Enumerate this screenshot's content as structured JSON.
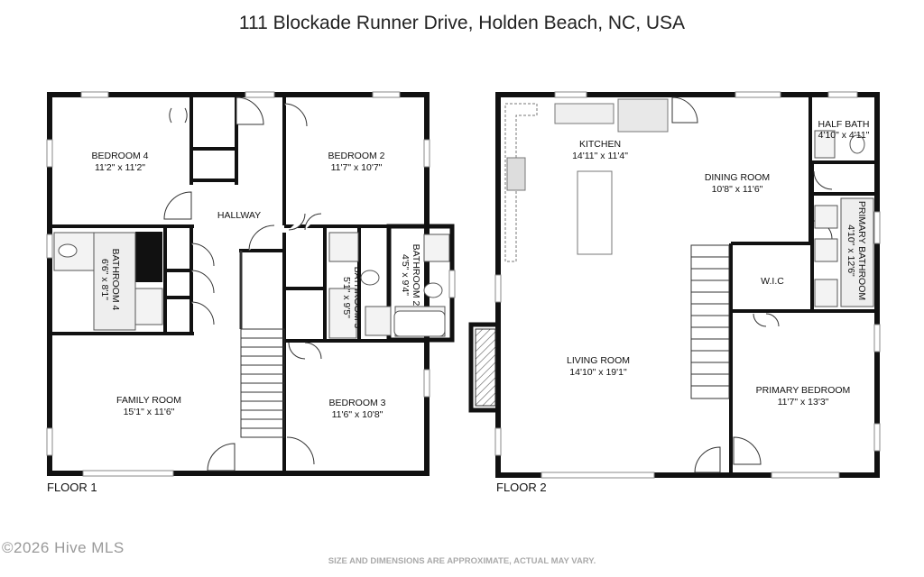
{
  "title": "111 Blockade Runner Drive, Holden Beach, NC, USA",
  "floor1": {
    "label": "FLOOR 1",
    "rooms": {
      "bedroom4": {
        "name": "BEDROOM 4",
        "dims": "11'2\" x 11'2\""
      },
      "bedroom2": {
        "name": "BEDROOM 2",
        "dims": "11'7\" x 10'7\""
      },
      "hallway": {
        "name": "HALLWAY"
      },
      "bathroom4": {
        "name": "BATHROOM 4",
        "dims": "6'6\" x 8'1\""
      },
      "bathroom3": {
        "name": "BATHROOM 3",
        "dims": "5'1\" x 9'5\""
      },
      "bathroom2": {
        "name": "BATHROOM 2",
        "dims": "4'5\" x 9'4\""
      },
      "familyroom": {
        "name": "FAMILY ROOM",
        "dims": "15'1\" x 11'6\""
      },
      "bedroom3": {
        "name": "BEDROOM 3",
        "dims": "11'6\" x 10'8\""
      }
    }
  },
  "floor2": {
    "label": "FLOOR 2",
    "rooms": {
      "kitchen": {
        "name": "KITCHEN",
        "dims": "14'11\" x 11'4\""
      },
      "halfbath": {
        "name": "HALF BATH",
        "dims": "4'10\" x 4'11\""
      },
      "diningroom": {
        "name": "DINING ROOM",
        "dims": "10'8\" x 11'6\""
      },
      "primarybath": {
        "name": "PRIMARY BATHROOM",
        "dims": "4'10\" x 12'6\""
      },
      "wic": {
        "name": "W.I.C"
      },
      "livingroom": {
        "name": "LIVING ROOM",
        "dims": "14'10\" x 19'1\""
      },
      "primarybedroom": {
        "name": "PRIMARY BEDROOM",
        "dims": "11'7\" x 13'3\""
      }
    }
  },
  "footer": {
    "copyright": "©2026 Hive MLS",
    "disclaimer": "SIZE AND DIMENSIONS ARE APPROXIMATE, ACTUAL MAY VARY."
  }
}
